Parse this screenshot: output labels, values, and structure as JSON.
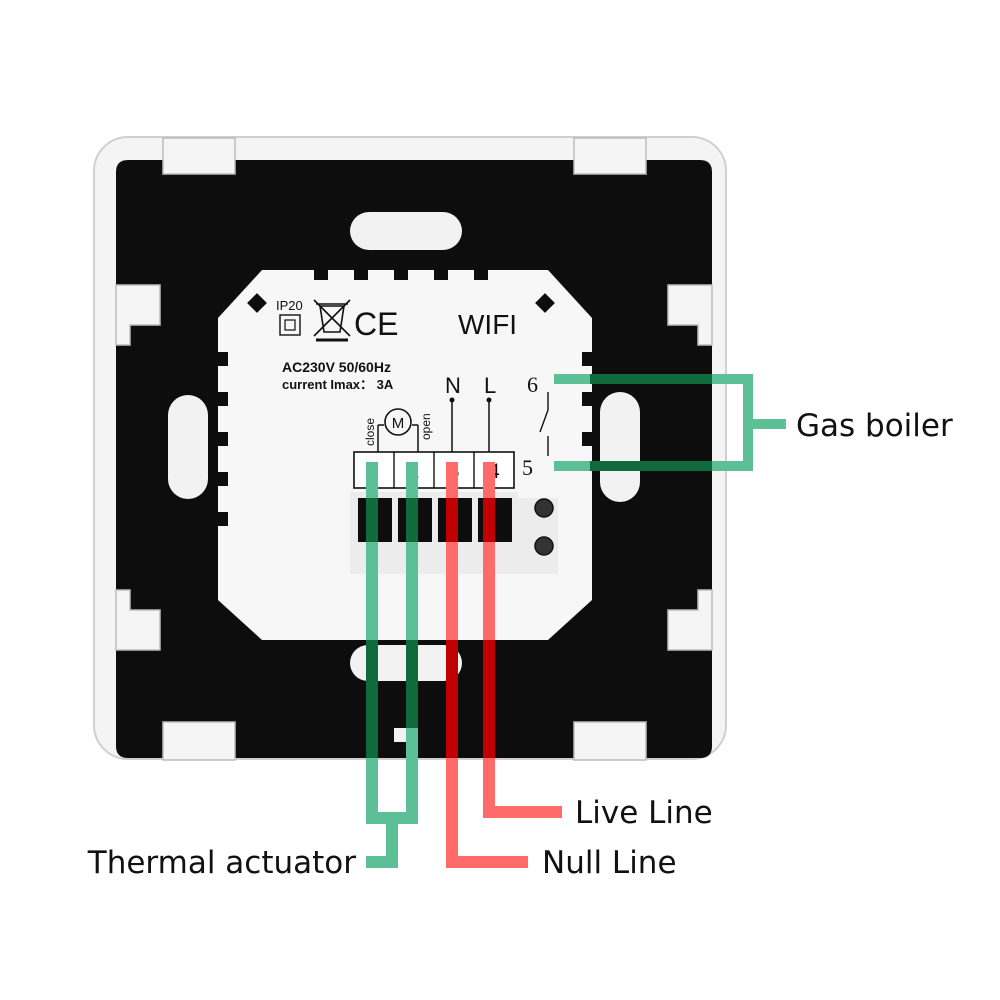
{
  "device": {
    "ip_rating": "IP20",
    "ce_mark": "CE",
    "wifi_label": "WIFI",
    "rating_line1": "AC230V 50/60Hz",
    "rating_line2": "current Imax： 3A",
    "motor_symbol": "M",
    "close_label": "close",
    "open_label": "open",
    "neutral_symbol": "N",
    "live_symbol": "L",
    "terminals": [
      "1",
      "2",
      "3",
      "4"
    ],
    "relay_terminal_top": "6",
    "relay_terminal_bottom": "5"
  },
  "callouts": {
    "gas_boiler": "Gas boiler",
    "live_line": "Live Line",
    "null_line": "Null Line",
    "thermal_actuator": "Thermal actuator"
  },
  "colors": {
    "green_wire": "#5cbf96",
    "dark_green_wire": "#0f6b3c",
    "red_wire": "#ff6b6b",
    "dark_red_wire": "#c00000",
    "plate_black": "#0d0d0d",
    "housing_white": "#f7f7f7"
  }
}
